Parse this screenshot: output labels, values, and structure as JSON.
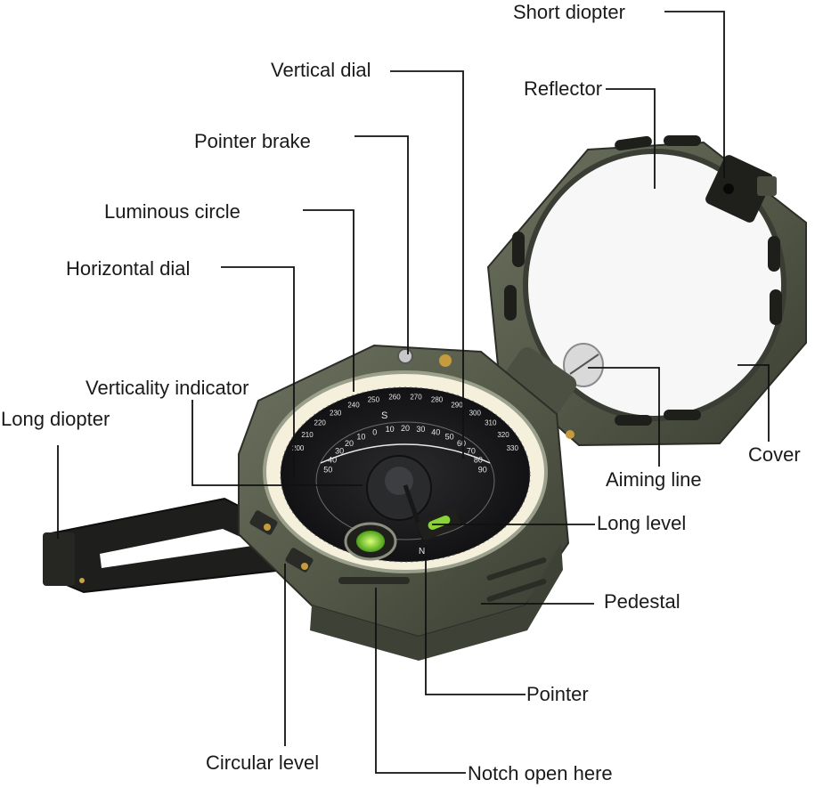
{
  "labels": {
    "short_diopter": "Short diopter",
    "vertical_dial": "Vertical dial",
    "reflector": "Reflector",
    "pointer_brake": "Pointer brake",
    "luminous_circle": "Luminous circle",
    "horizontal_dial": "Horizontal dial",
    "verticality_indicator": "Verticality indicator",
    "long_diopter": "Long diopter",
    "aiming_line": "Aiming line",
    "cover": "Cover",
    "long_level": "Long level",
    "pedestal": "Pedestal",
    "pointer": "Pointer",
    "circular_level": "Circular level",
    "notch_open_here": "Notch open here"
  },
  "dial_numbers": {
    "outer": [
      "200",
      "210",
      "220",
      "230",
      "240",
      "250",
      "260",
      "270",
      "280",
      "290",
      "300",
      "310",
      "320",
      "330"
    ],
    "inner": [
      "50",
      "40",
      "30",
      "20",
      "10",
      "0",
      "10",
      "20",
      "30",
      "40",
      "50",
      "60",
      "70",
      "80",
      "90"
    ]
  },
  "bezel_letters": [
    "S",
    "N"
  ],
  "colors": {
    "body": "#5b6050",
    "body_dark": "#3a3d34",
    "dial_face": "#1c1c1e",
    "luminous": "#f4f0dc",
    "bubble": "#7fd23a",
    "leader": "#111111"
  }
}
